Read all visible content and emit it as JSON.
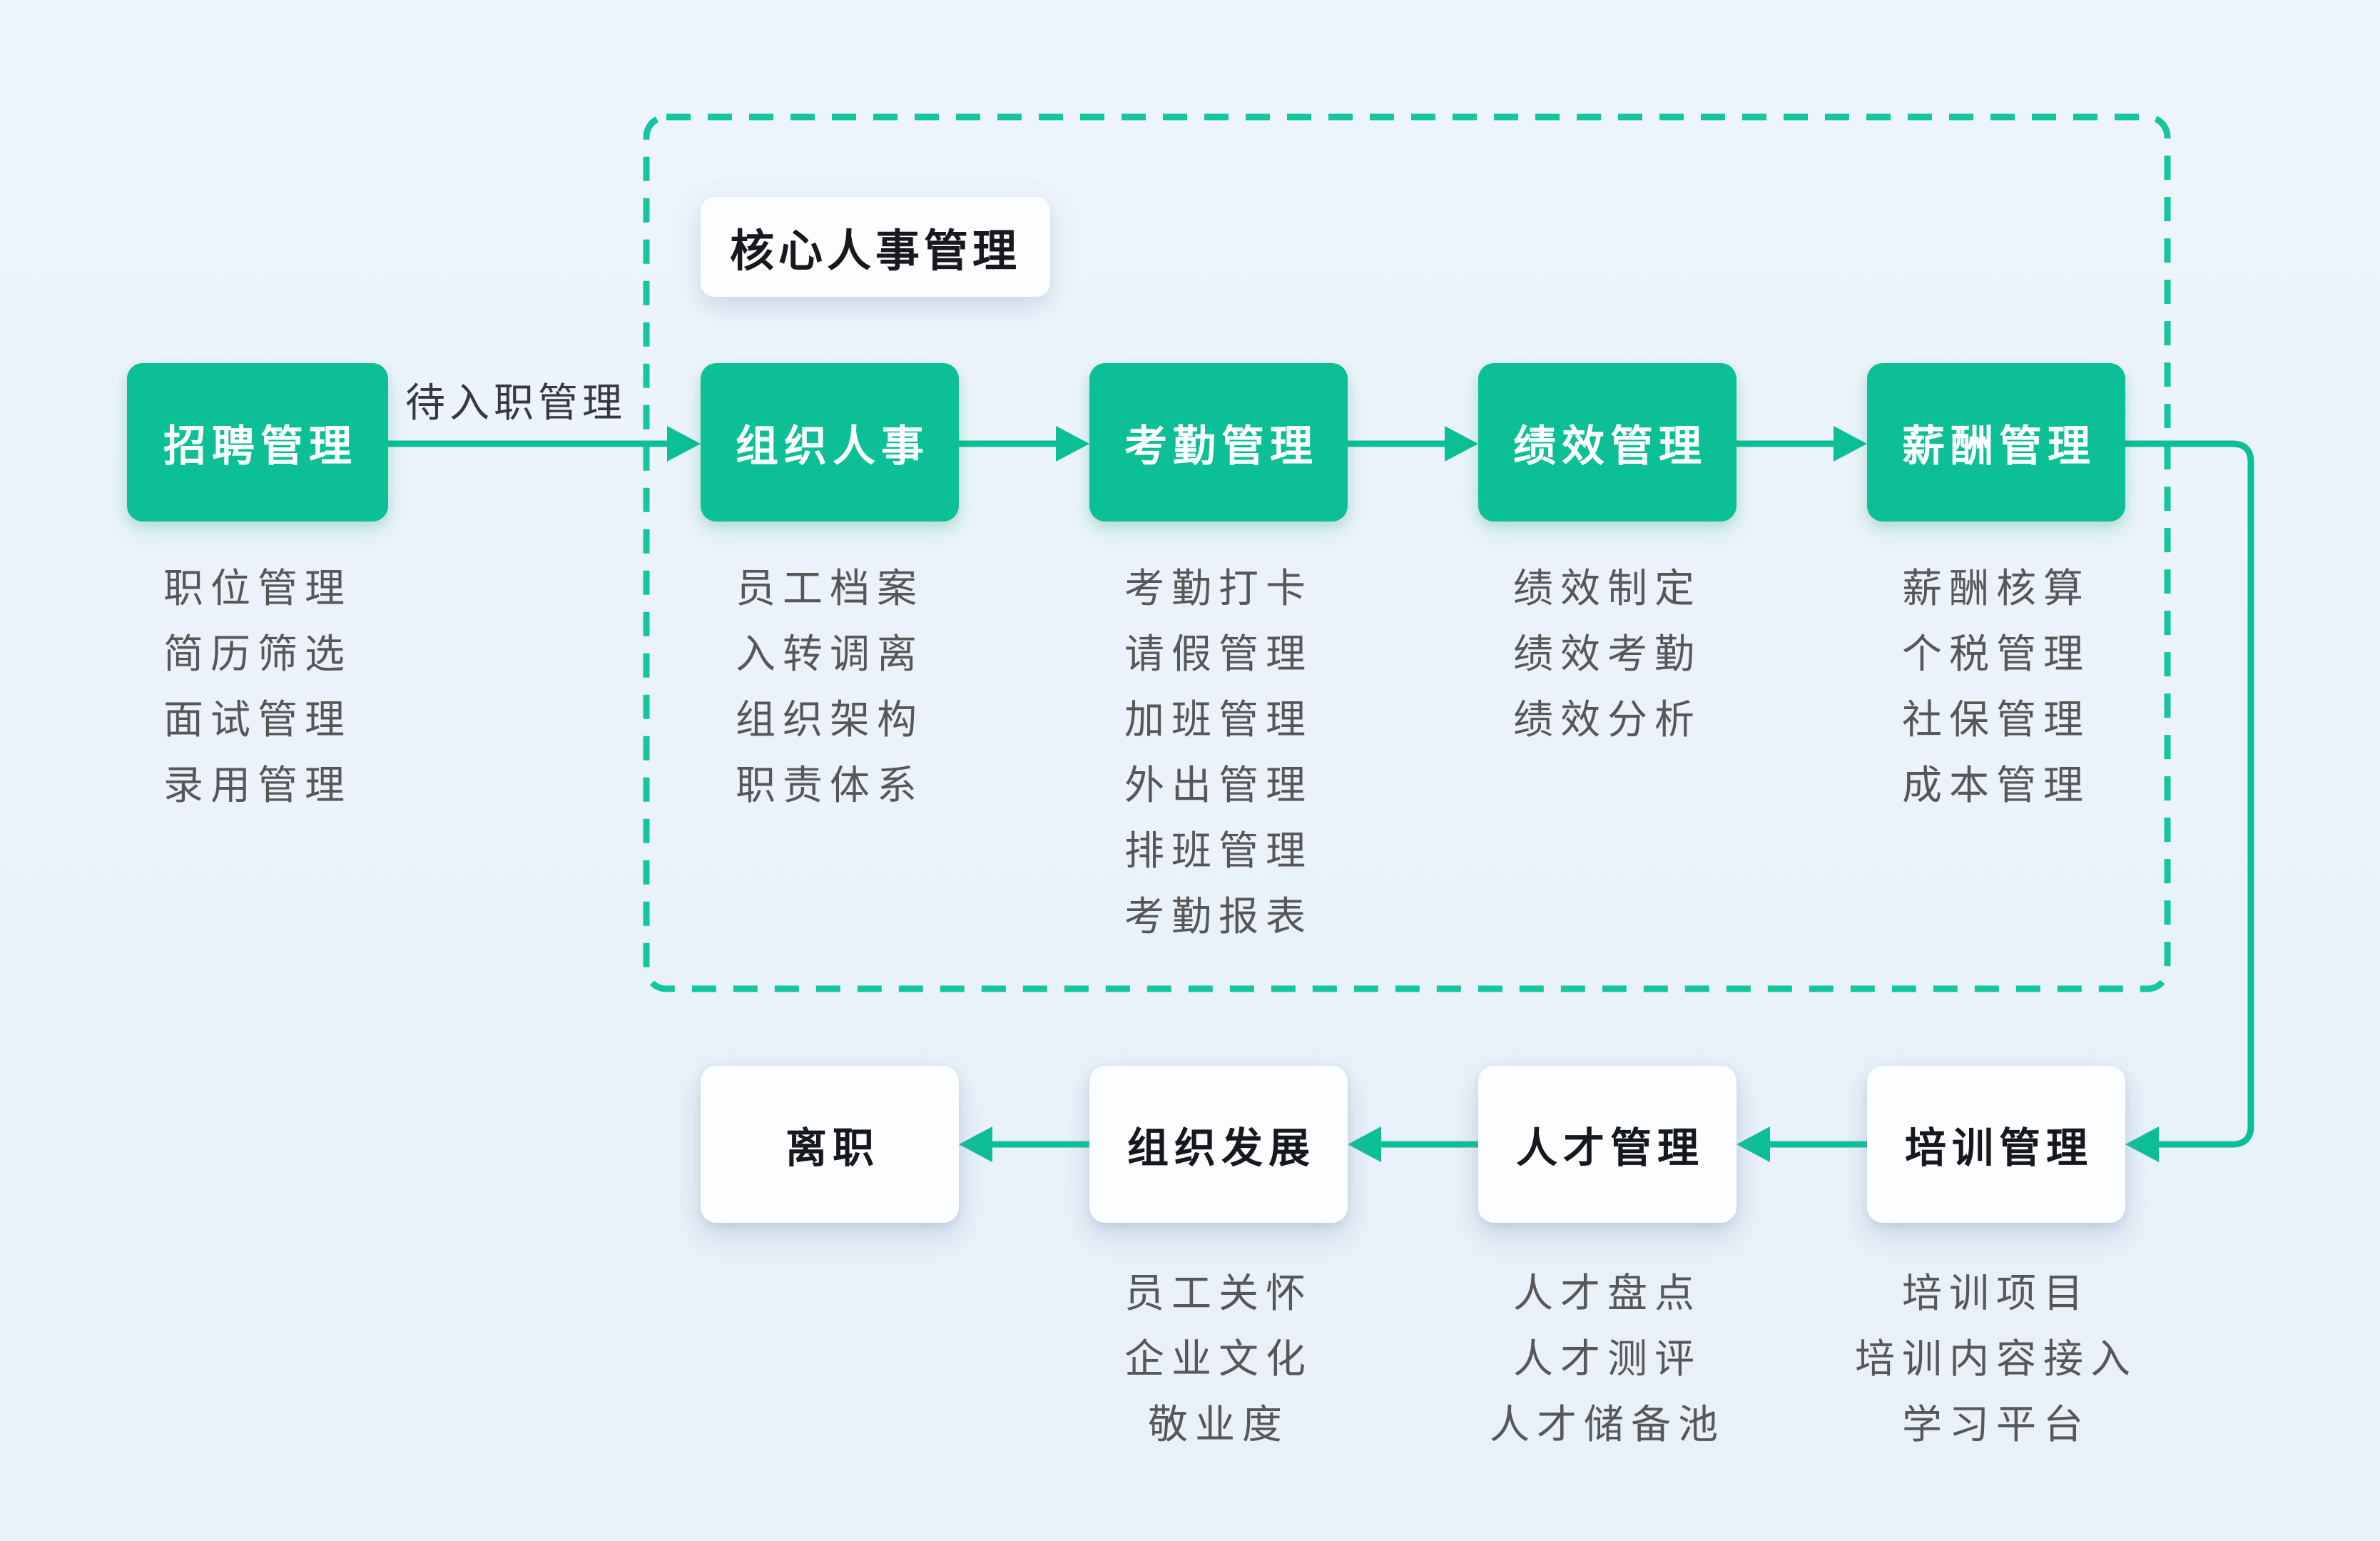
{
  "canvas": {
    "accent_color": "#0CBF96",
    "dash_border_color": "#14C6A0",
    "background_color": "#EBF2F9",
    "list_text_color": "#575757"
  },
  "flow_label": "待入职管理",
  "group": {
    "label": "核心人事管理"
  },
  "nodes": {
    "recruit": {
      "title": "招聘管理",
      "items": [
        "职位管理",
        "简历筛选",
        "面试管理",
        "录用管理"
      ]
    },
    "org": {
      "title": "组织人事",
      "items": [
        "员工档案",
        "入转调离",
        "组织架构",
        "职责体系"
      ]
    },
    "attendance": {
      "title": "考勤管理",
      "items": [
        "考勤打卡",
        "请假管理",
        "加班管理",
        "外出管理",
        "排班管理",
        "考勤报表"
      ]
    },
    "performance": {
      "title": "绩效管理",
      "items": [
        "绩效制定",
        "绩效考勤",
        "绩效分析"
      ]
    },
    "salary": {
      "title": "薪酬管理",
      "items": [
        "薪酬核算",
        "个税管理",
        "社保管理",
        "成本管理"
      ]
    },
    "resign": {
      "title": "离职",
      "items": []
    },
    "orgdev": {
      "title": "组织发展",
      "items": [
        "员工关怀",
        "企业文化",
        "敬业度"
      ]
    },
    "talent": {
      "title": "人才管理",
      "items": [
        "人才盘点",
        "人才测评",
        "人才储备池"
      ]
    },
    "training": {
      "title": "培训管理",
      "items": [
        "培训项目",
        "培训内容接入",
        "学习平台"
      ]
    }
  }
}
